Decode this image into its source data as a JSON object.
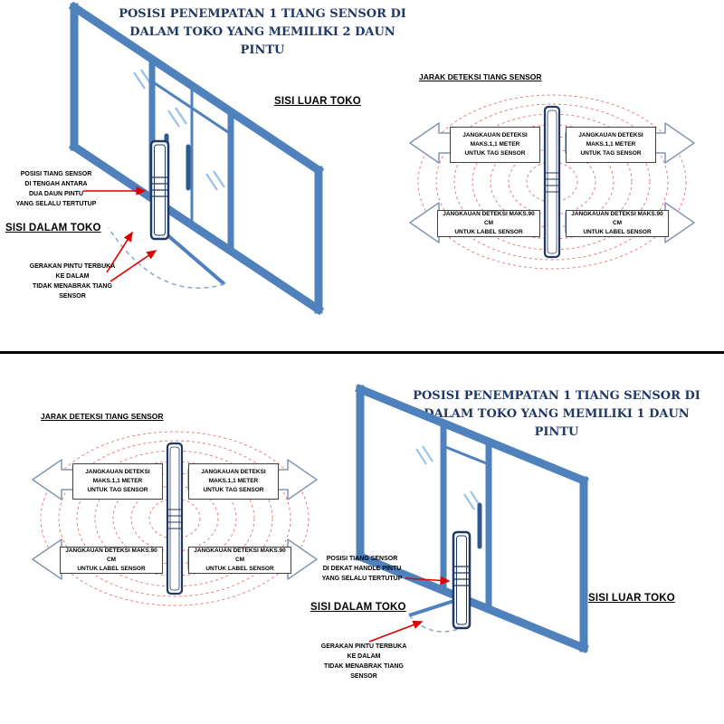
{
  "colors": {
    "frame_blue": "#4f81bd",
    "pole_navy": "#1f3864",
    "arrow_red": "#e00000",
    "detection_arc_red": "#e57373",
    "title_navy": "#1f3864"
  },
  "two_door_section": {
    "title": "POSISI PENEMPATAN 1 TIANG SENSOR DI\nDALAM TOKO YANG MEMILIKI 2 DAUN PINTU",
    "outside_label": "SISI LUAR TOKO",
    "inside_label": "SISI DALAM TOKO",
    "pole_position_note": "POSISI TIANG SENSOR\nDI TENGAH ANTARA\nDUA DAUN PINTU\nYANG SELALU TERTUTUP",
    "door_swing_note": "GERAKAN PINTU TERBUKA\nKE DALAM\nTIDAK MENABRAK TIANG\nSENSOR",
    "detection": {
      "title": "JARAK DETEKSI TIANG SENSOR",
      "tag_range_left": "JANGKAUAN DETEKSI\nMAKS.1,1 METER\nUNTUK TAG SENSOR",
      "tag_range_right": "JANGKAUAN DETEKSI\nMAKS.1,1 METER\nUNTUK TAG SENSOR",
      "label_range_left": "JANGKAUAN DETEKSI MAKS.90 CM\nUNTUK LABEL SENSOR",
      "label_range_right": "JANGKAUAN DETEKSI MAKS.90 CM\nUNTUK LABEL SENSOR"
    }
  },
  "one_door_section": {
    "title": "POSISI PENEMPATAN 1 TIANG SENSOR DI\nDALAM TOKO YANG MEMILIKI 1 DAUN PINTU",
    "outside_label": "SISI LUAR TOKO",
    "inside_label": "SISI DALAM TOKO",
    "pole_position_note": "POSISI TIANG SENSOR\nDI DEKAT HANDLE PINTU\nYANG SELALU TERTUTUP",
    "door_swing_note": "GERAKAN PINTU TERBUKA\nKE DALAM\nTIDAK MENABRAK TIANG\nSENSOR",
    "detection": {
      "title": "JARAK DETEKSI TIANG SENSOR",
      "tag_range_left": "JANGKAUAN DETEKSI\nMAKS.1,1 METER\nUNTUK TAG SENSOR",
      "tag_range_right": "JANGKAUAN DETEKSI\nMAKS.1,1 METER\nUNTUK TAG SENSOR",
      "label_range_left": "JANGKAUAN DETEKSI MAKS.90 CM\nUNTUK LABEL SENSOR",
      "label_range_right": "JANGKAUAN DETEKSI MAKS.90 CM\nUNTUK LABEL SENSOR"
    }
  }
}
